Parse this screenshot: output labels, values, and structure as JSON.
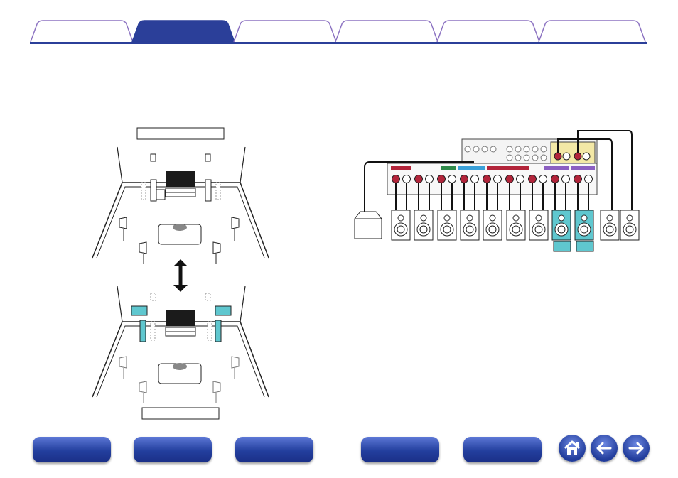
{
  "tabs": [
    {
      "label": ""
    },
    {
      "label": ""
    },
    {
      "label": ""
    },
    {
      "label": ""
    },
    {
      "label": ""
    },
    {
      "label": ""
    }
  ],
  "active_tab_index": 1,
  "colors": {
    "brand_blue": "#2b3f99",
    "tab_border": "#8d74c2",
    "highlight_speaker": "#5fc7cf",
    "terminal_red": "#b2243a"
  },
  "diagram": {
    "top_room_caption": "",
    "bottom_room_caption": "",
    "arrow": "double-vertical-arrow",
    "highlighted_speaker_tags": [
      "",
      ""
    ],
    "speaker_count": 11
  },
  "bottom_nav": {
    "buttons": [
      {
        "label": ""
      },
      {
        "label": ""
      },
      {
        "label": ""
      },
      {
        "label": ""
      },
      {
        "label": ""
      }
    ],
    "home_icon": "home-icon",
    "back_icon": "arrow-left-icon",
    "forward_icon": "arrow-right-icon"
  }
}
